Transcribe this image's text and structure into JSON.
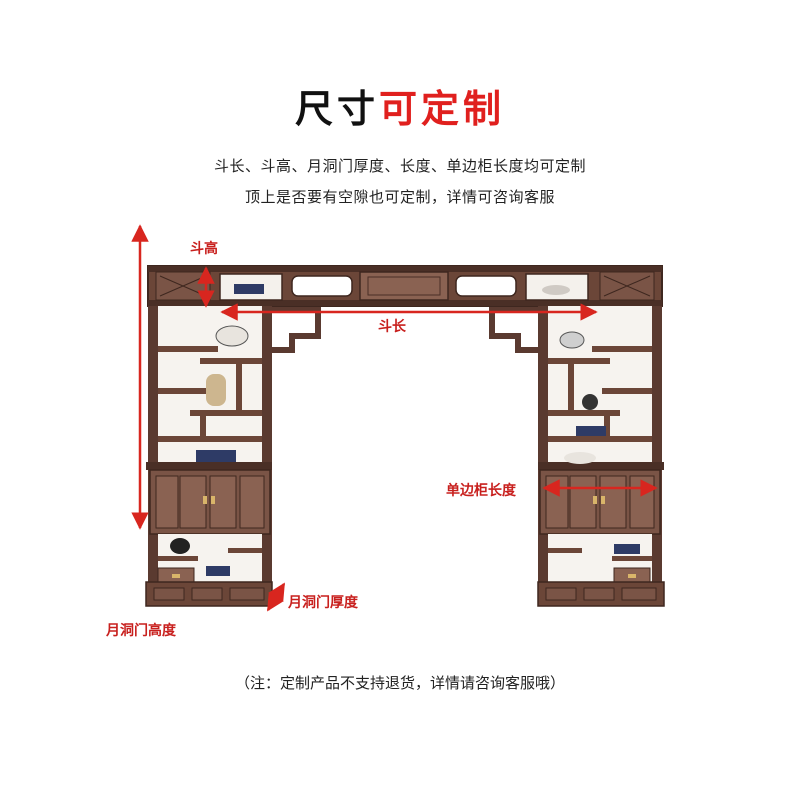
{
  "heading": {
    "part1": "尺寸",
    "part2": "可定制"
  },
  "description": {
    "line1": "斗长、斗高、月洞门厚度、长度、单边柜长度均可定制",
    "line2": "顶上是否要有空隙也可定制，详情可咨询客服"
  },
  "dimension_labels": {
    "dou_gao": "斗高",
    "dou_chang": "斗长",
    "dan_bian_gui": "单边柜长度",
    "hou_du": "月洞门厚度",
    "gao_du": "月洞门高度"
  },
  "footnote": "（注：定制产品不支持退货，详情请咨询客服哦）",
  "colors": {
    "accent": "#e0201e",
    "wood_dark": "#5a3a30",
    "wood_mid": "#7a5446",
    "wood_light": "#9a7464"
  }
}
